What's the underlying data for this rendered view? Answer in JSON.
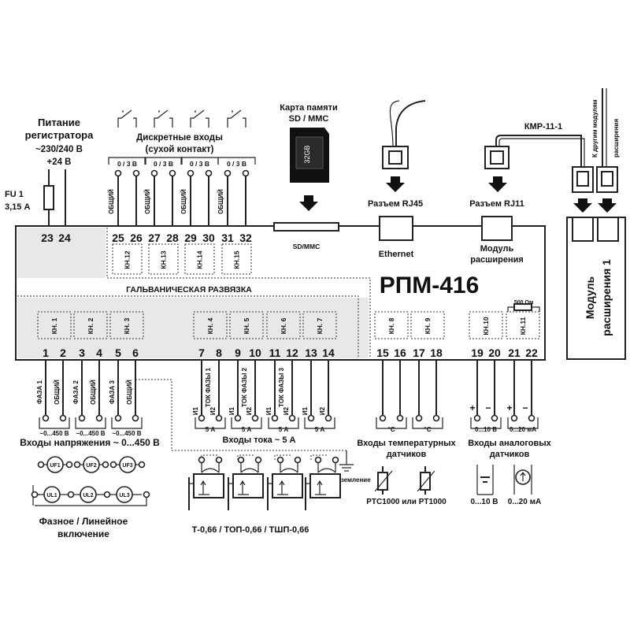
{
  "power": {
    "title_line1": "Питание",
    "title_line2": "регистратора",
    "voltage_ac": "~230/240 В",
    "voltage_dc": "+24 В",
    "fuse_line1": "FU 1",
    "fuse_line2": "3,15 А",
    "terminals": [
      "23",
      "24"
    ]
  },
  "discrete": {
    "title_line1": "Дискретные входы",
    "title_line2": "(сухой контакт)",
    "range_label": "0 / 3 В",
    "common_label": "ОБЩИЙ",
    "channels": [
      {
        "terminals": [
          "25",
          "26"
        ],
        "label": "КН.12"
      },
      {
        "terminals": [
          "27",
          "28"
        ],
        "label": "КН.13"
      },
      {
        "terminals": [
          "29",
          "30"
        ],
        "label": "КН.14"
      },
      {
        "terminals": [
          "31",
          "32"
        ],
        "label": "КН.15"
      }
    ]
  },
  "sdcard": {
    "title_line1": "Карта памяти",
    "title_line2": "SD / MMC",
    "slot_label": "SD/MMC",
    "card_text": "32GB"
  },
  "ethernet": {
    "connector_label": "Разъем RJ45",
    "port_label": "Ethernet"
  },
  "expansion": {
    "connector_label": "Разъем RJ11",
    "port_line1": "Модуль",
    "port_line2": "расширения",
    "cable_label": "КМР-11-1",
    "other_modules_line1": "К другим модулям",
    "other_modules_line2": "расширения",
    "module_line1": "Модуль",
    "module_line2": "расширения 1"
  },
  "device": {
    "model": "РПМ-416",
    "isolation_label": "ГАЛЬВАНИЧЕСКАЯ РАЗВЯЗКА"
  },
  "voltage_inputs": {
    "channels": [
      {
        "label": "КН. 1",
        "terminals": [
          "1",
          "2"
        ],
        "phase": "ФАЗА 1",
        "common": "ОБЩИЙ",
        "range": "~0...450 В"
      },
      {
        "label": "КН. 2",
        "terminals": [
          "3",
          "4"
        ],
        "phase": "ФАЗА 2",
        "common": "ОБЩИЙ",
        "range": "~0...450 В"
      },
      {
        "label": "КН. 3",
        "terminals": [
          "5",
          "6"
        ],
        "phase": "ФАЗА 3",
        "common": "ОБЩИЙ",
        "range": "~0...450 В"
      }
    ],
    "title": "Входы напряжения ~ 0...450 В",
    "phase_meters": [
      "UF1",
      "UF2",
      "UF3"
    ],
    "line_meters": [
      "UL1",
      "UL2",
      "UL3"
    ],
    "mode_line1": "Фазное / Линейное",
    "mode_line2": "включение"
  },
  "current_inputs": {
    "channels": [
      {
        "label": "КН. 4",
        "terminals": [
          "7",
          "8"
        ],
        "in1": "И1",
        "in2": "И2",
        "phase": "ТОК ФАЗЫ 1",
        "range": "5 А"
      },
      {
        "label": "КН. 5",
        "terminals": [
          "9",
          "10"
        ],
        "in1": "И1",
        "in2": "И2",
        "phase": "ТОК ФАЗЫ 2",
        "range": "5 А"
      },
      {
        "label": "КН. 6",
        "terminals": [
          "11",
          "12"
        ],
        "in1": "И1",
        "in2": "И2",
        "phase": "ТОК ФАЗЫ 3",
        "range": "5 А"
      },
      {
        "label": "КН. 7",
        "terminals": [
          "13",
          "14"
        ],
        "in1": "И1",
        "in2": "И2",
        "phase": "",
        "range": "5 А"
      }
    ],
    "title": "Входы тока ~ 5 А",
    "ground_label": "Заземление",
    "transformers": "Т-0,66 / ТОП-0,66 / ТШП-0,66"
  },
  "temperature_inputs": {
    "channels": [
      {
        "label": "КН. 8",
        "terminals": [
          "15",
          "16"
        ],
        "unit": "°С"
      },
      {
        "label": "КН. 9",
        "terminals": [
          "17",
          "18"
        ],
        "unit": "°С"
      }
    ],
    "title_line1": "Входы температурных",
    "title_line2": "датчиков",
    "sensors": "PTC1000 или PT1000"
  },
  "analog_inputs": {
    "channels": [
      {
        "label": "КН.10",
        "terminals": [
          "19",
          "20"
        ],
        "range": "0...10 В"
      },
      {
        "label": "КН.11",
        "terminals": [
          "21",
          "22"
        ],
        "range": "0...20 мА"
      }
    ],
    "resistor_label": "500 Ом",
    "plus": "+",
    "minus": "−",
    "title_line1": "Входы аналоговых",
    "title_line2": "датчиков",
    "voltage_caption": "0...10 В",
    "current_caption": "0...20 мА"
  }
}
